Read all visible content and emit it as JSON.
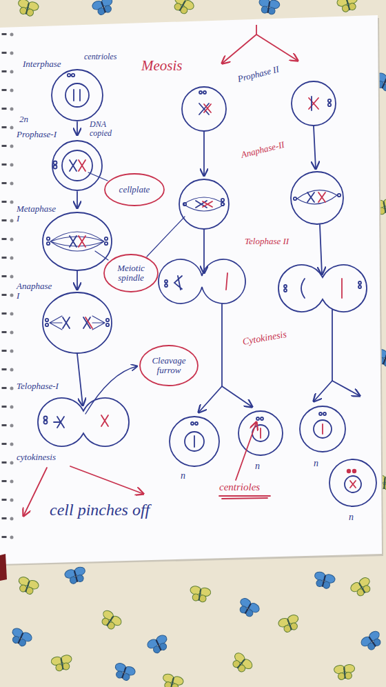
{
  "diagram": {
    "title": "Meosis",
    "nodes": [
      {
        "text": [
          "cellplate"
        ]
      },
      {
        "text": [
          "Meiotic spindle"
        ]
      },
      {
        "text": [
          "Cleavage furrow"
        ]
      }
    ],
    "labels": [
      "Interphase",
      "centrioles",
      "2n",
      "DNA copied",
      "Prophase-I",
      "Prophase II",
      "Metaphase I",
      "Anaphase-II",
      "Anaphase I",
      "Telophase II",
      "Cytokinesis",
      "Telophase-I",
      "cytokinesis",
      "cell pinches off",
      "n",
      "n",
      "n",
      "centrioles",
      "n"
    ]
  }
}
